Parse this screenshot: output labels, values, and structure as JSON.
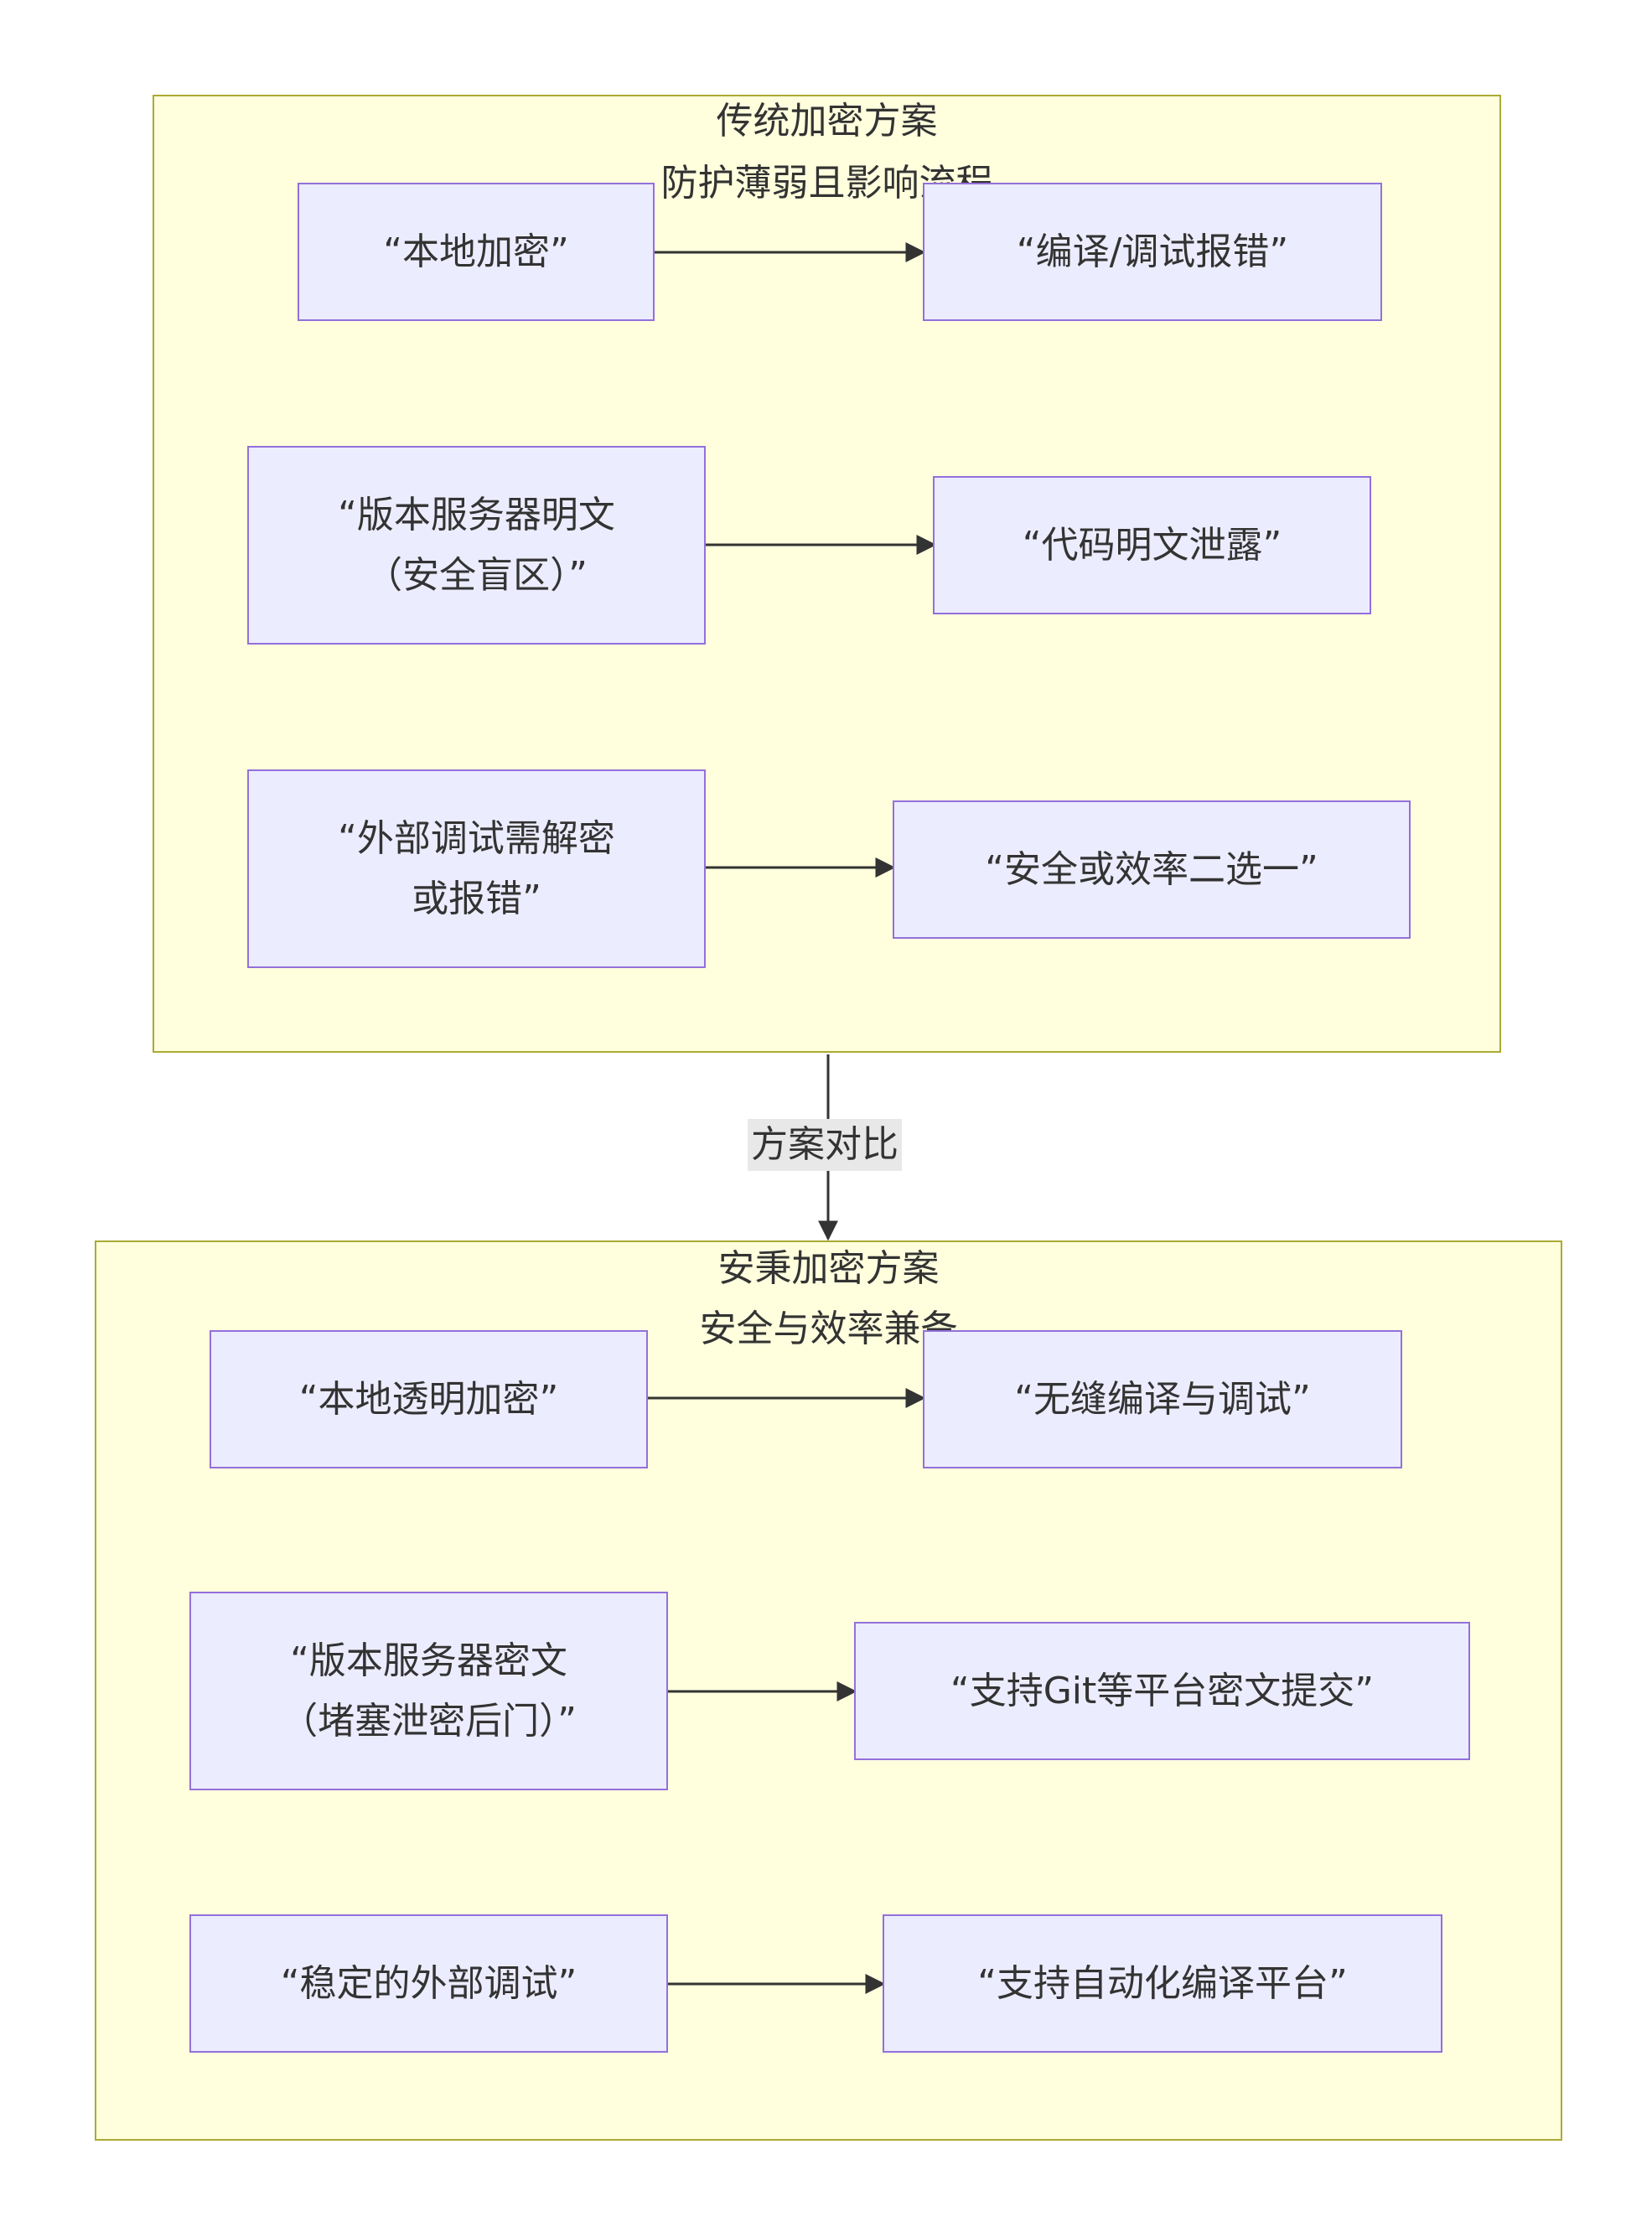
{
  "clusters": {
    "traditional": {
      "title": "传统加密方案",
      "subtitle": "防护薄弱且影响流程"
    },
    "anxin": {
      "title": "安秉加密方案",
      "subtitle": "安全与效率兼备"
    }
  },
  "nodes": {
    "t1": "“本地加密”",
    "t2": "“编译/调试报错”",
    "t3": "“版本服务器明文\n（安全盲区）”",
    "t4": "“代码明文泄露”",
    "t5": "“外部调试需解密\n或报错”",
    "t6": "“安全或效率二选一”",
    "a1": "“本地透明加密”",
    "a2": "“无缝编译与调试”",
    "a3": "“版本服务器密文\n（堵塞泄密后门）”",
    "a4": "“支持Git等平台密文提交”",
    "a5": "“稳定的外部调试”",
    "a6": "“支持自动化编译平台”"
  },
  "edges": {
    "compare_label": "方案对比"
  },
  "colors": {
    "cluster_fill": "#ffffde",
    "cluster_border": "#aaaa33",
    "node_fill": "#ececff",
    "node_border": "#9370db",
    "edge": "#333333",
    "edge_label_bg": "#e8e8e8"
  }
}
